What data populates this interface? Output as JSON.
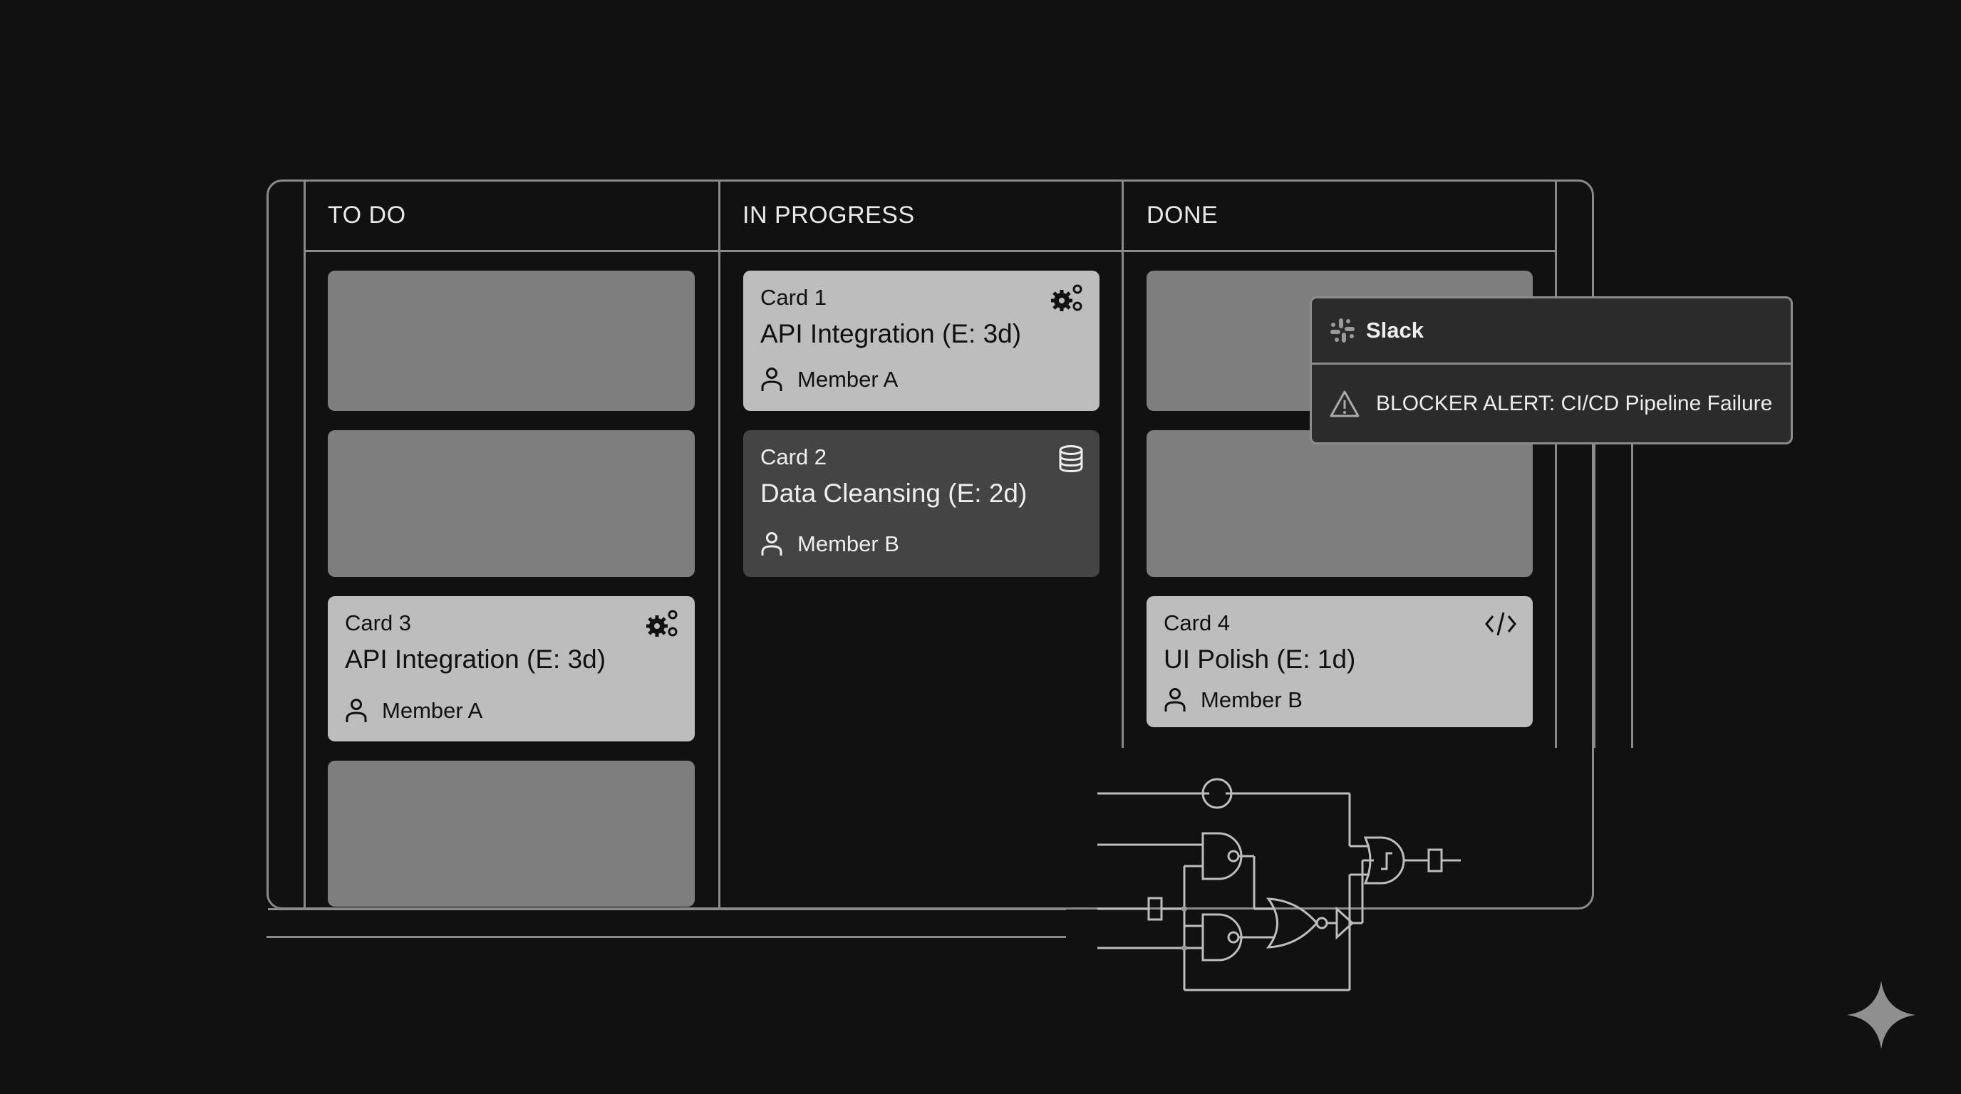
{
  "board": {
    "columns": [
      {
        "title": "TO DO"
      },
      {
        "title": "IN PROGRESS"
      },
      {
        "title": "DONE"
      }
    ],
    "cards": {
      "card1": {
        "label": "Card 1",
        "title": "API Integration (E: 3d)",
        "member": "Member A",
        "icon": "gears-icon",
        "column": "IN PROGRESS"
      },
      "card2": {
        "label": "Card 2",
        "title": "Data Cleansing (E: 2d)",
        "member": "Member B",
        "icon": "database-icon",
        "column": "IN PROGRESS"
      },
      "card3": {
        "label": "Card 3",
        "title": "API Integration (E: 3d)",
        "member": "Member A",
        "icon": "gears-icon",
        "column": "TO DO"
      },
      "card4": {
        "label": "Card 4",
        "title": "UI Polish (E: 1d)",
        "member": "Member B",
        "icon": "code-icon",
        "column": "DONE"
      }
    }
  },
  "notification": {
    "app": "Slack",
    "app_icon": "slack-icon",
    "message": "BLOCKER ALERT: CI/CD Pipeline Failure",
    "message_icon": "warning-icon"
  },
  "colors": {
    "background": "#111111",
    "frame_line": "#8a8a8a",
    "card_light": "#bdbdbd",
    "card_dark": "#444444",
    "card_placeholder": "#7e7e7e",
    "toast_bg": "#2b2b2b"
  },
  "decor": {
    "circuit_diagram": "logic-gate-circuit",
    "corner_icon": "sparkle-icon"
  }
}
